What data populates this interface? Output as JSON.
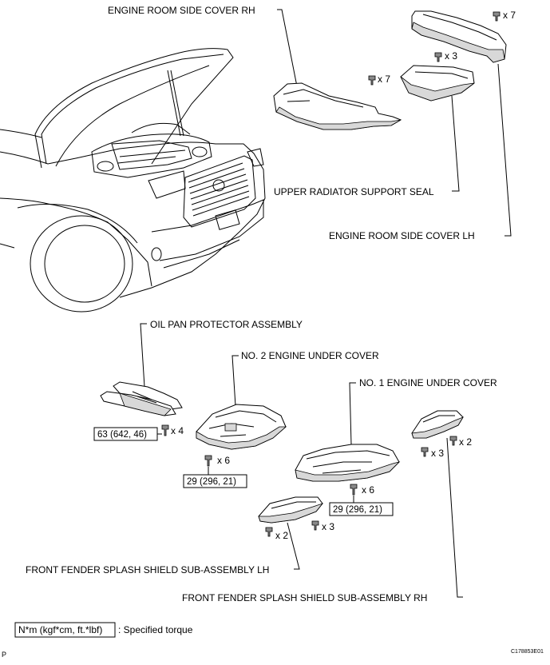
{
  "labels": {
    "engine_room_side_cover_rh": "ENGINE ROOM SIDE COVER RH",
    "upper_radiator_support_seal": "UPPER RADIATOR SUPPORT SEAL",
    "engine_room_side_cover_lh": "ENGINE ROOM SIDE COVER LH",
    "oil_pan_protector_assembly": "OIL PAN PROTECTOR ASSEMBLY",
    "no2_engine_under_cover": "NO. 2 ENGINE UNDER COVER",
    "no1_engine_under_cover": "NO. 1 ENGINE UNDER COVER",
    "front_fender_splash_shield_lh": "FRONT FENDER SPLASH SHIELD SUB-ASSEMBLY LH",
    "front_fender_splash_shield_rh": "FRONT FENDER SPLASH SHIELD SUB-ASSEMBLY RH"
  },
  "quantities": {
    "lh_cover_clips": "x 7",
    "seal_clips": "x 3",
    "rh_cover_clips": "x 7",
    "oil_pan_bolts": "x 4",
    "no2_bolts": "x 6",
    "no1_bolts": "x 6",
    "rh_shield_screws": "x 2",
    "rh_shield_bolts": "x 3",
    "lh_shield_screws": "x 2",
    "lh_shield_bolts": "x 3"
  },
  "torques": {
    "oil_pan_protector": "63 (642, 46)",
    "no2_under_cover": "29 (296, 21)",
    "no1_under_cover": "29 (296, 21)"
  },
  "legend": {
    "unit": "N*m (kgf*cm, ft.*lbf)",
    "description": ": Specified torque"
  },
  "footer": {
    "left_mark": "P",
    "figure_code": "C178853E01"
  }
}
